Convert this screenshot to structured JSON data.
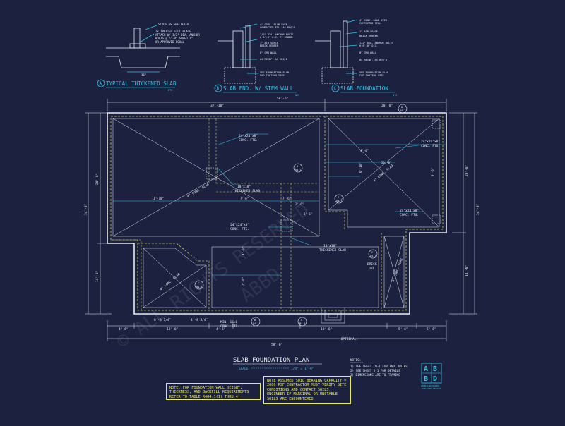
{
  "details": {
    "a": {
      "tag": "A",
      "title": "TYPICAL THICKENED SLAB",
      "scale": "NTS",
      "notes": [
        "STUDS AS SPECIFIED",
        "2x TREATED SILL PLATE",
        "ATTACH W/ 1/2\" DIA. ANCHOR",
        "BOLTS @ 6'-0\" SPEED 7\"",
        "OR APPROVED EQUAL"
      ],
      "dim": "16\""
    },
    "b": {
      "tag": "B",
      "title": "SLAB FND. W/ STEM WALL",
      "scale": "NTS",
      "notes": [
        "4\" CONC. SLAB OVER",
        "COMPACTED FILL AS REQ'D",
        "1/2\" DIA. ANCHOR BOLTS",
        "@ 6'-0\" O.C. 7\" EMBED.",
        "1\" AIR SPACE",
        "BRICK VENEER",
        "8\" CMU WALL",
        "#4 REINF. AS REQ'D",
        "SEE FOUNDATION PLAN",
        "FOR FOOTING SIZE"
      ]
    },
    "c": {
      "tag": "C",
      "title": "SLAB FOUNDATION",
      "scale": "NTS",
      "notes": [
        "4\" CONC. SLAB OVER",
        "COMPACTED FILL",
        "1\" AIR SPACE",
        "BRICK VENEER",
        "1/2\" DIA. ANCHOR BOLTS",
        "@ 6'-0\" O.C.",
        "8\" CMU WALL",
        "#4 REINF. AS REQ'D",
        "SEE FOUNDATION PLAN",
        "FOR FOOTING SIZE"
      ]
    }
  },
  "plan": {
    "dims": {
      "top_overall": "58'-6\"",
      "top_left": "37'-10\"",
      "top_right": "20'-8\"",
      "bottom_overall": "58'-6\"",
      "bottom_segs": [
        "4'-6\"",
        "13'-0\"",
        "4'-6\"",
        "10'-6\"",
        "5'-6\"",
        "5'-6\""
      ],
      "bottom_inner": [
        "8'-3 1/4\"",
        "4'-8 3/4\""
      ],
      "left_overall": "34'-8\"",
      "left_upper": "20'-8\"",
      "left_lower": "14'-0\"",
      "right_overall": "34'-8\"",
      "right_upper": "20'-8\"",
      "right_lower": "14'-0\"",
      "interior": [
        "11'-10\"",
        "7'-6\"",
        "7'-6\"",
        "2'-6\"",
        "2'-6\"",
        "20'-8\"",
        "4'-0\"",
        "7'-6\"",
        "6'-10\"",
        "9'-6\"",
        "4'-0\""
      ]
    },
    "labels": {
      "ftg1": [
        "24\"x24\"x8\"",
        "CONC. FTG."
      ],
      "ftg2": [
        "24\"x24\"x8\"",
        "CONC. FTG."
      ],
      "ftg3": [
        "24\"x24\"x8\"",
        "CONC. FTG."
      ],
      "ftg4": [
        "24\"x24\"x8\"",
        "CONC. FTG."
      ],
      "thick1": [
        "18\"x18\"",
        "THICKENED SLAB"
      ],
      "thick2": [
        "18\"x18\"",
        "THICKENED SLAB"
      ],
      "conc1": "4\" CONC. SLAB",
      "conc2": "4\" CONC. SLAB",
      "conc3": "4\" CONC. SLAB",
      "conc4": "4\" CONC. SLAB",
      "brick": [
        "BRICK",
        "OPT."
      ],
      "min": [
        "MIN. 16x8",
        "CONC. FTG."
      ],
      "optional": "(OPTIONAL)"
    },
    "markers": {
      "top_right": [
        "B",
        "D4-1"
      ],
      "mid": [
        "A",
        "D4-1"
      ],
      "door": [
        "C",
        "D4-1"
      ],
      "bay": [
        "C",
        "D4-1"
      ],
      "right": [
        "C",
        "D4-1"
      ],
      "bottom1": [
        "B",
        "D4-1"
      ],
      "bottom2": [
        "C",
        "D4-1"
      ]
    }
  },
  "title_block": {
    "title": "SLAB FOUNDATION PLAN",
    "scale_label": "SCALE",
    "scale": "1/4\" = 1'-0\""
  },
  "notes": {
    "heading": "NOTES:",
    "items": [
      "1) SEE SHEET CD-1 FOR FND. NOTES",
      "2) SEE SHEET D-1 FOR DETAILS",
      "3) DIMENSIONS ARE TO FRAMING"
    ]
  },
  "note_left": [
    "NOTE: FOR FOUNDATION WALL HEIGHT,",
    "THICKNESS, AND BACKFILL REQUIREMENTS",
    "REFER TO TABLE R404.1(1) THRU 4)"
  ],
  "note_mid": [
    "NOTE ASSUMED SOIL BEARING CAPACITY =",
    "2000 PSF CONTRACTOR MUST VERIFY SITE",
    "CONDITIONS AND CONTACT SOILS",
    "ENGINEER IF MARGINAL OR UNSTABLE",
    "SOILS ARE ENCOUNTERED"
  ],
  "logo": {
    "letters": [
      "A",
      "B",
      "B",
      "D"
    ],
    "line1": "AMERICAN HOUSE",
    "line2": "BUILDING DESIGN"
  },
  "watermark": [
    "© ALL RIGHTS RESERVED",
    "ABBD"
  ],
  "colors": {
    "bg": "#1c2140",
    "line": "#e6ecf2",
    "cyan": "#2fc6e6",
    "yellow": "#e8ec4a",
    "dash": "#c7c24a",
    "watermark": "#8d92a8"
  }
}
